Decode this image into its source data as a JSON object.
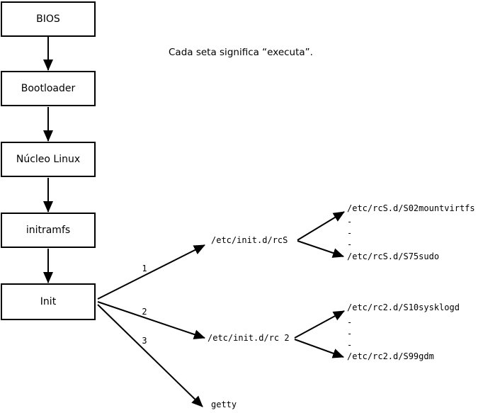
{
  "note": "Cada seta significa “executa”.",
  "chain": [
    {
      "label": "BIOS"
    },
    {
      "label": "Bootloader"
    },
    {
      "label": "Núcleo Linux"
    },
    {
      "label": "initramfs"
    },
    {
      "label": "Init"
    }
  ],
  "init_branches": [
    {
      "order": "1",
      "target": "/etc/init.d/rcS"
    },
    {
      "order": "2",
      "target": "/etc/init.d/rc 2"
    },
    {
      "order": "3",
      "target": "getty"
    }
  ],
  "rcs_scripts": {
    "first": "/etc/rcS.d/S02mountvirtfs",
    "ellipsis": [
      "-",
      "-",
      "-"
    ],
    "last": "/etc/rcS.d/S75sudo"
  },
  "rc2_scripts": {
    "first": "/etc/rc2.d/S10sysklogd",
    "ellipsis": [
      "-",
      "-",
      "-"
    ],
    "last": "/etc/rc2.d/S99gdm"
  }
}
